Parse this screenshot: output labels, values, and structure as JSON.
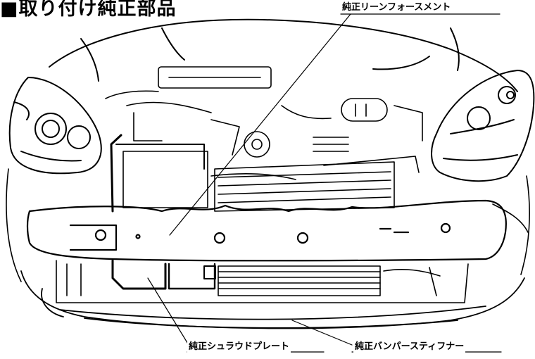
{
  "heading": "■取り付け純正部品",
  "labels": {
    "reinforcement": "純正リーンフォースメント",
    "shroud": "純正シュラウドプレート",
    "stiffener": "純正バンパースティフナー"
  },
  "colors": {
    "line": "#000000",
    "background": "#ffffff"
  }
}
